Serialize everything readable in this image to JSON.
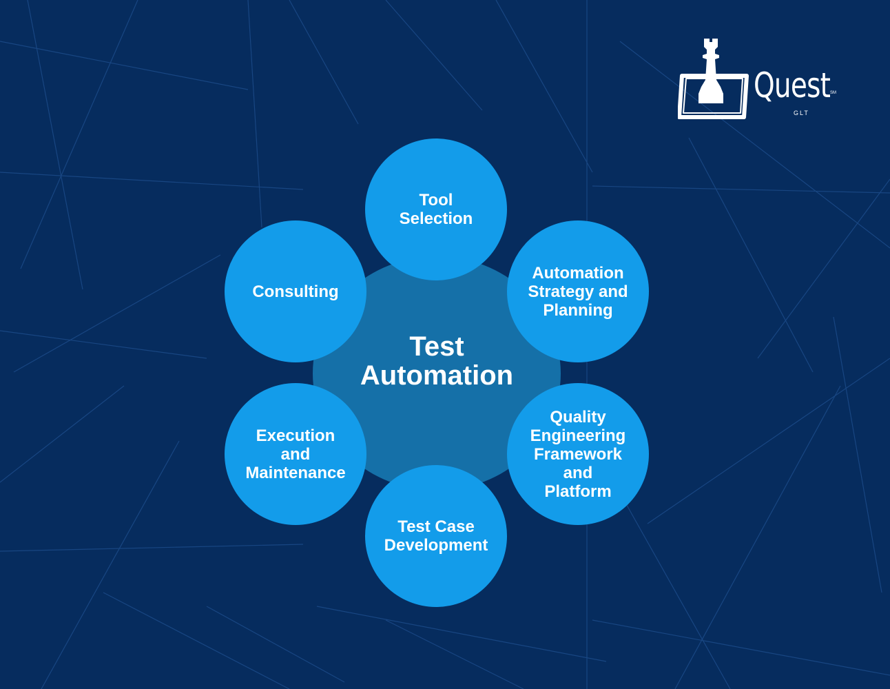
{
  "background_color": "#062c5e",
  "hub": {
    "title": "Test\nAutomation",
    "color": "#1570a8"
  },
  "nodes": {
    "color": "#139cea",
    "tool_selection": "Tool\nSelection",
    "automation_strategy": "Automation\nStrategy and\nPlanning",
    "quality_engineering": "Quality\nEngineering\nFramework\nand\nPlatform",
    "test_case_development": "Test Case\nDevelopment",
    "execution_maintenance": "Execution\nand\nMaintenance",
    "consulting": "Consulting"
  },
  "logo": {
    "name": "Quest",
    "sub": "GLT",
    "mark": "SM",
    "icon": "chess-pawn-icon"
  }
}
